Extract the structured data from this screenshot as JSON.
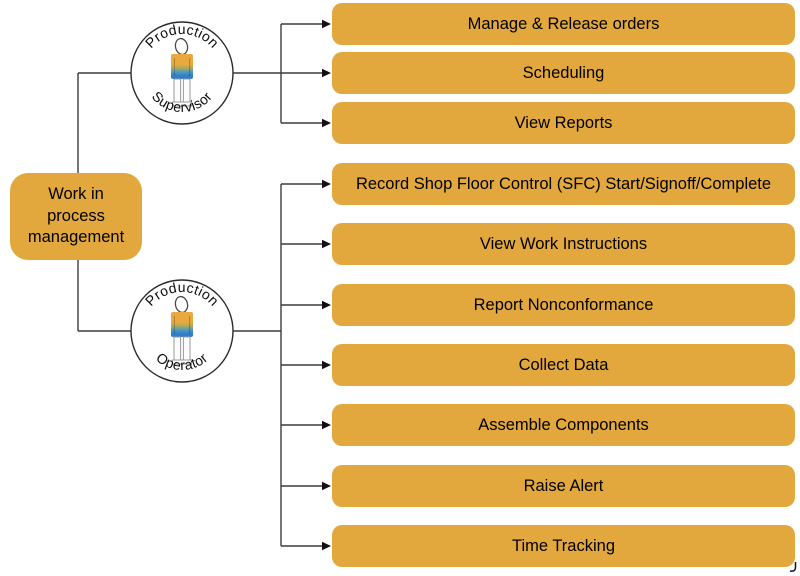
{
  "root_node": {
    "label": "Work in\nprocess\nmanagement"
  },
  "actors": [
    {
      "role": "Production Supervisor",
      "name_arc_top": "Production",
      "name_arc_bottom": "Supervisor",
      "use_cases": [
        "Manage & Release orders",
        "Scheduling",
        "View Reports"
      ]
    },
    {
      "role": "Production Operator",
      "name_arc_top": "Production",
      "name_arc_bottom": "Operator",
      "use_cases": [
        "Record Shop Floor Control (SFC) Start/Signoff/Complete",
        "View Work Instructions",
        "Report Nonconformance",
        "Collect Data",
        "Assemble Components",
        "Raise Alert",
        "Time Tracking"
      ]
    }
  ],
  "colors": {
    "node_fill": "#E2A83E",
    "connector": "#3C3C3C",
    "arrowhead": "#111111",
    "actor_circle_stroke": "#2B2B2B",
    "actor_circle_fill": "#FFFFFF",
    "text": "#000000",
    "person_shirt_top": "#E9A93E",
    "person_shirt_bottom": "#2E7FC8",
    "person_legs": "#FCFCFC",
    "background": "#FFFFFF"
  }
}
